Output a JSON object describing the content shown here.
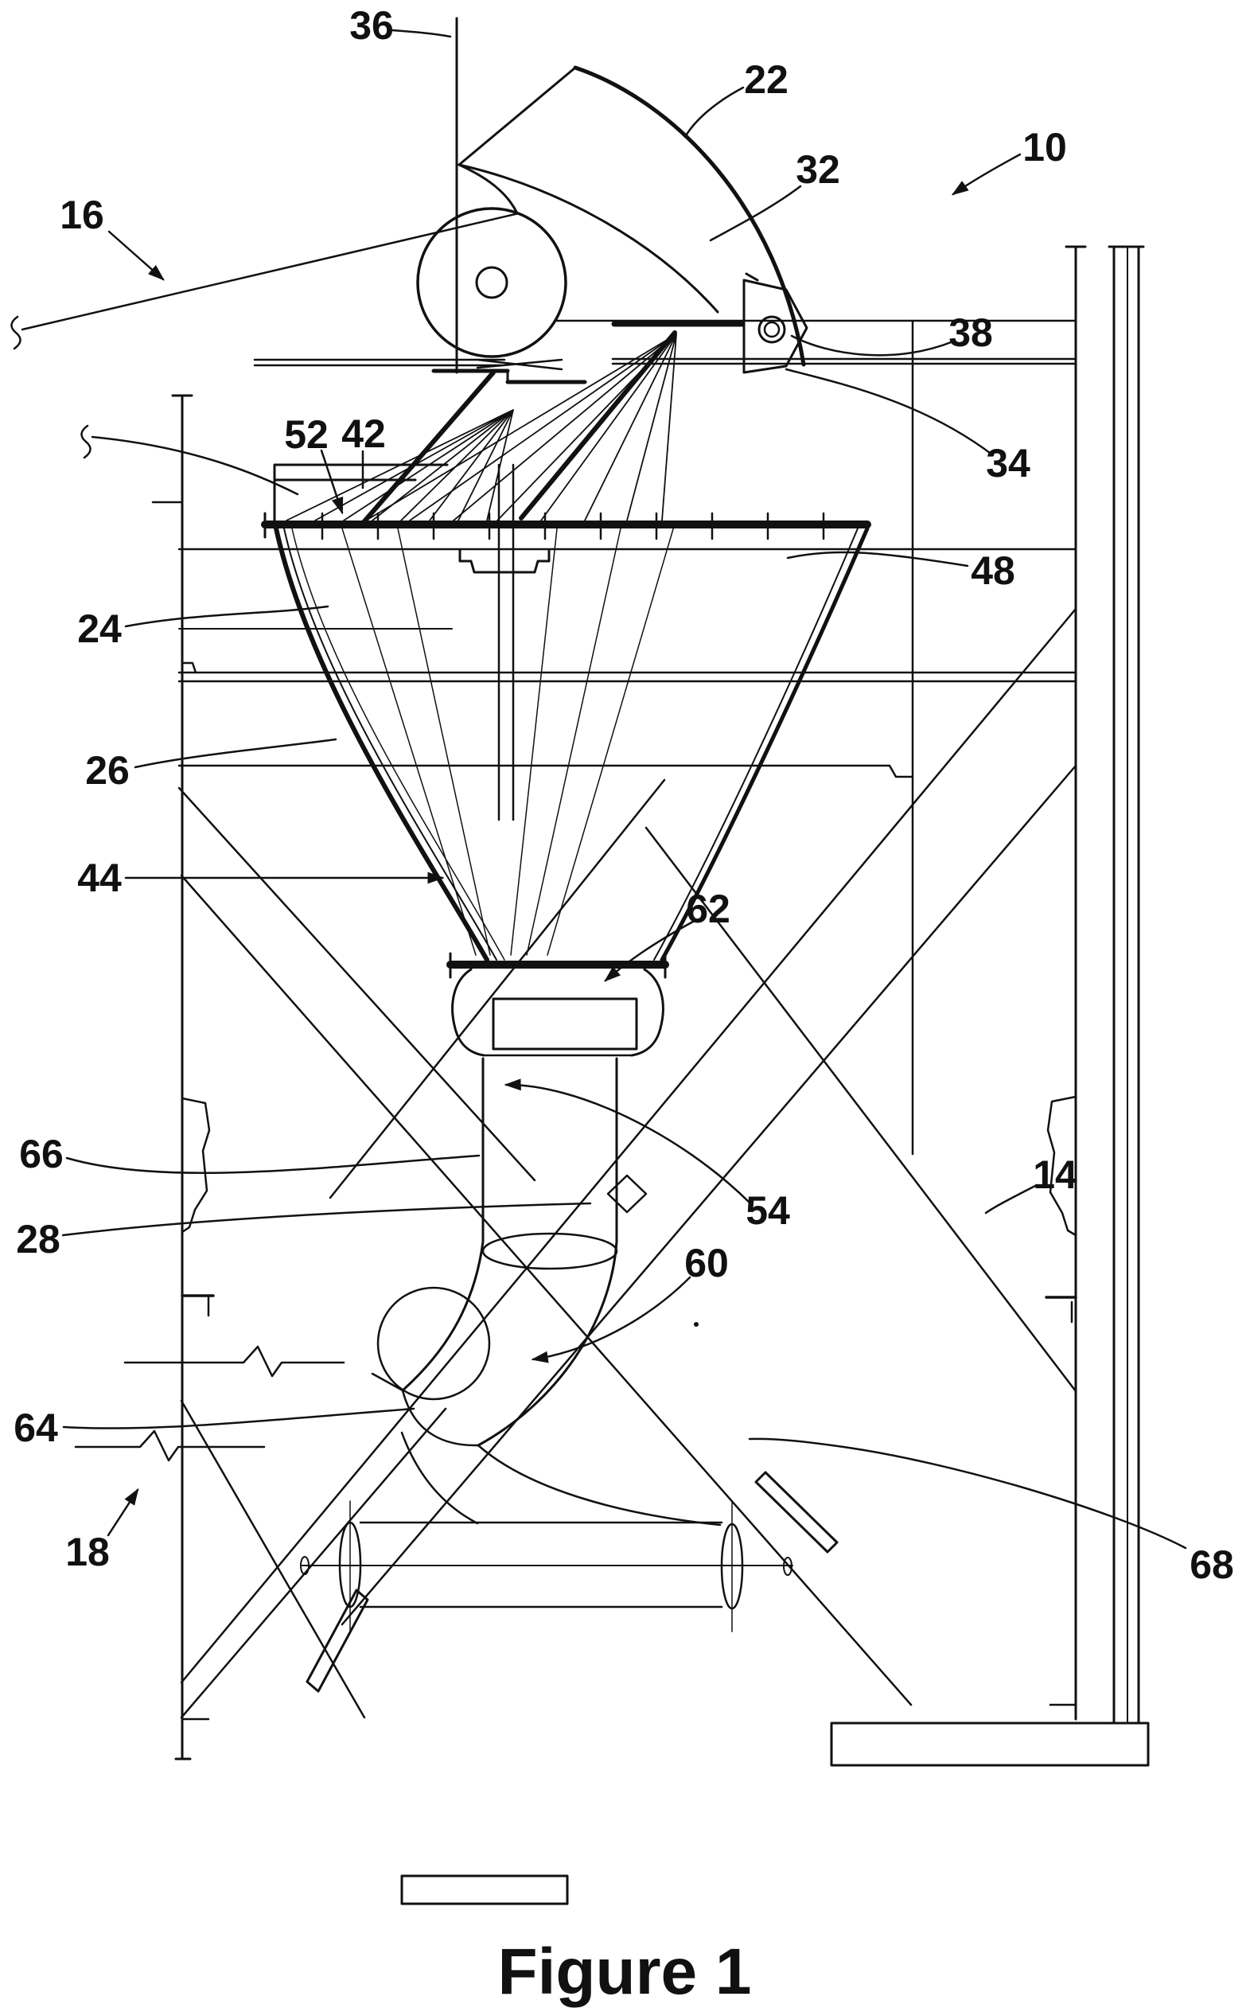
{
  "figure": {
    "caption": "Figure 1"
  },
  "colors": {
    "ink": "#111111",
    "background": "#ffffff"
  },
  "reference_numerals": {
    "n10": "10",
    "n14": "14",
    "n16": "16",
    "n18": "18",
    "n22": "22",
    "n24": "24",
    "n26": "26",
    "n28": "28",
    "n32": "32",
    "n34": "34",
    "n36": "36",
    "n38": "38",
    "n42": "42",
    "n44": "44",
    "n48": "48",
    "n52": "52",
    "n54": "54",
    "n60": "60",
    "n62": "62",
    "n64": "64",
    "n66": "66",
    "n68": "68"
  }
}
